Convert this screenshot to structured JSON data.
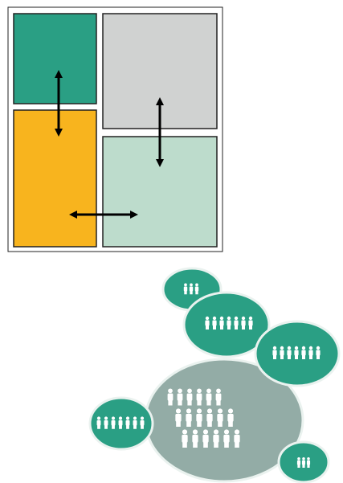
{
  "panel_diagram": {
    "colors": {
      "frame": "#222222",
      "top_left": "#2a9f84",
      "top_right": "#d0d2d1",
      "bottom_left": "#f8b41e",
      "bottom_right": "#bddccc",
      "arrow": "#000000"
    },
    "panels": [
      "top-left",
      "top-right",
      "bottom-left",
      "bottom-right"
    ],
    "arrows": [
      "vertical-left",
      "vertical-right",
      "horizontal-bottom"
    ]
  },
  "bubble_cluster": {
    "colors": {
      "teal": "#2a9f84",
      "grey": "#93aca6",
      "outline": "#eaf2ef",
      "figure": "#ffffff"
    },
    "bubbles": [
      {
        "id": "small-top",
        "people": 3
      },
      {
        "id": "medium-center",
        "people": 7
      },
      {
        "id": "medium-right",
        "people": 7
      },
      {
        "id": "large-grey",
        "people": 18
      },
      {
        "id": "medium-left",
        "people": 7
      },
      {
        "id": "small-bottom-right",
        "people": 3
      }
    ]
  }
}
